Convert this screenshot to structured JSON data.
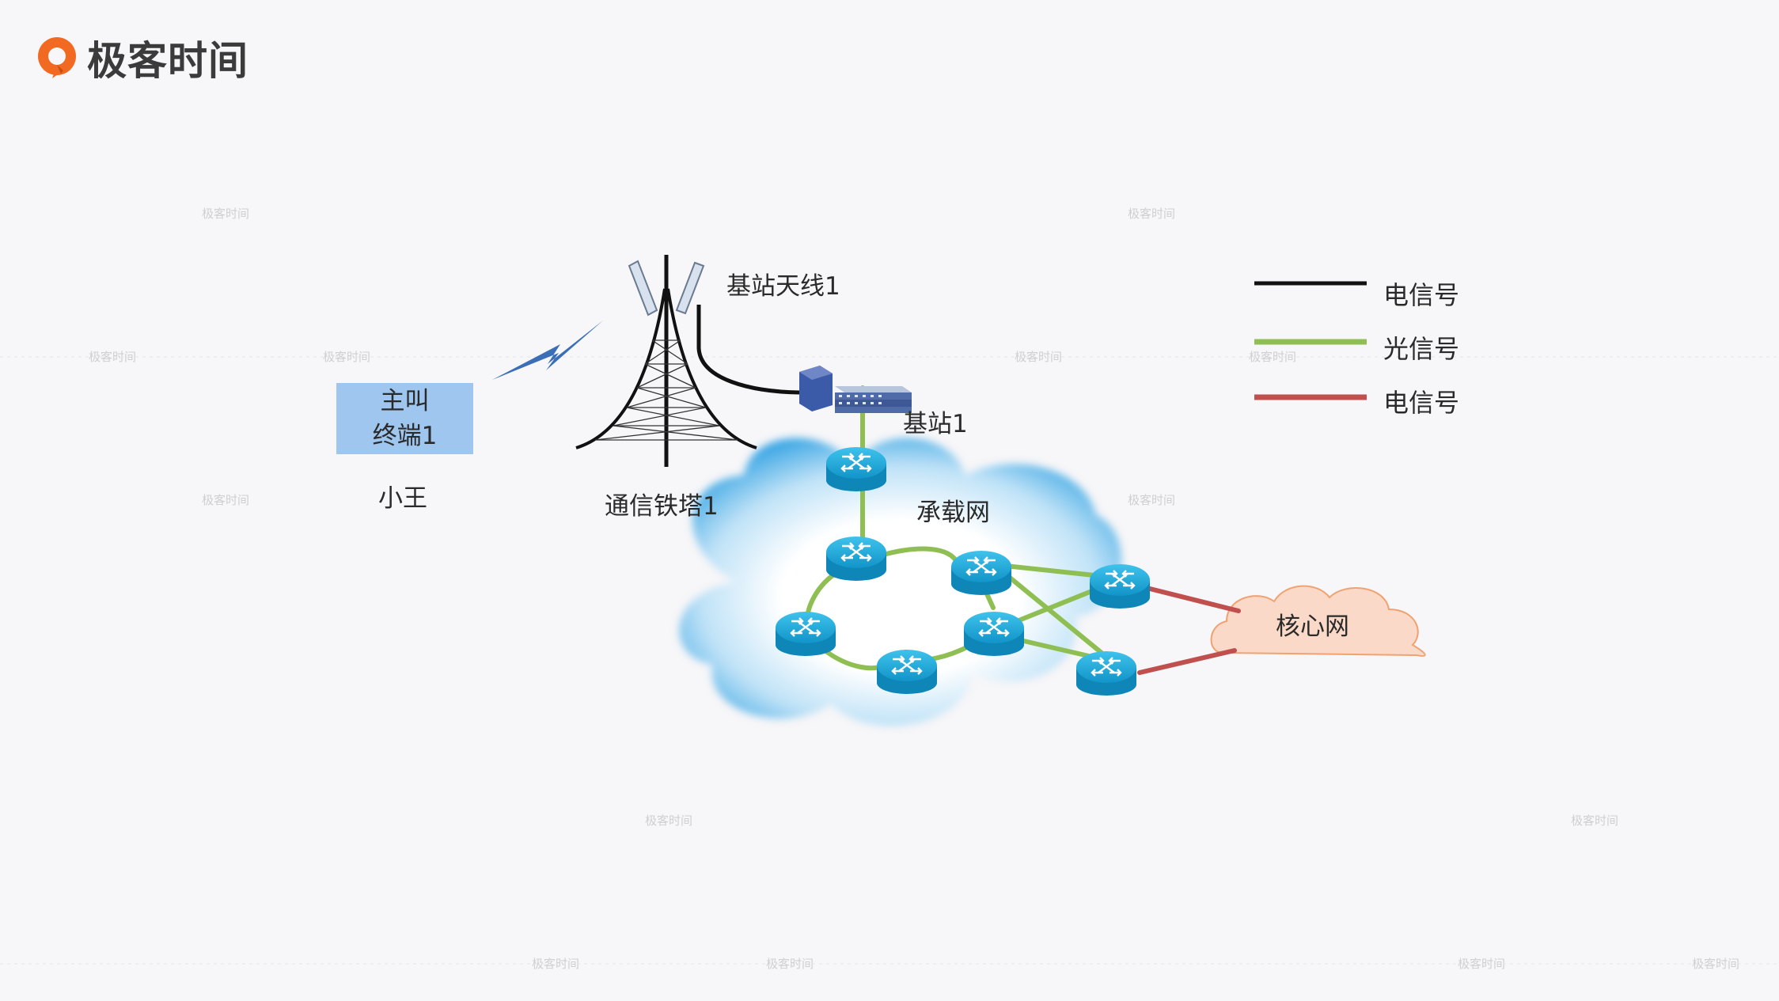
{
  "brand": {
    "logo_text": "极客时间",
    "watermark_text": "极客时间"
  },
  "nodes": {
    "terminal_line1": "主叫",
    "terminal_line2": "终端1",
    "user_name": "小王",
    "antenna": "基站天线1",
    "tower": "通信铁塔1",
    "base_station": "基站1",
    "bearer_network": "承载网",
    "core_network": "核心网"
  },
  "legend": [
    {
      "label": "电信号",
      "color": "#111111"
    },
    {
      "label": "光信号",
      "color": "#8fbe52"
    },
    {
      "label": "电信号",
      "color": "#c0504d"
    }
  ],
  "colors": {
    "brand_orange": "#f26a21",
    "router_blue": "#18a5d6",
    "cloud_blue": "#62b8ea",
    "core_cloud_fill": "#fbd9c8",
    "core_cloud_stroke": "#f0a270",
    "terminal_fill": "#9ec6ef",
    "lightning": "#3a6fb8"
  }
}
